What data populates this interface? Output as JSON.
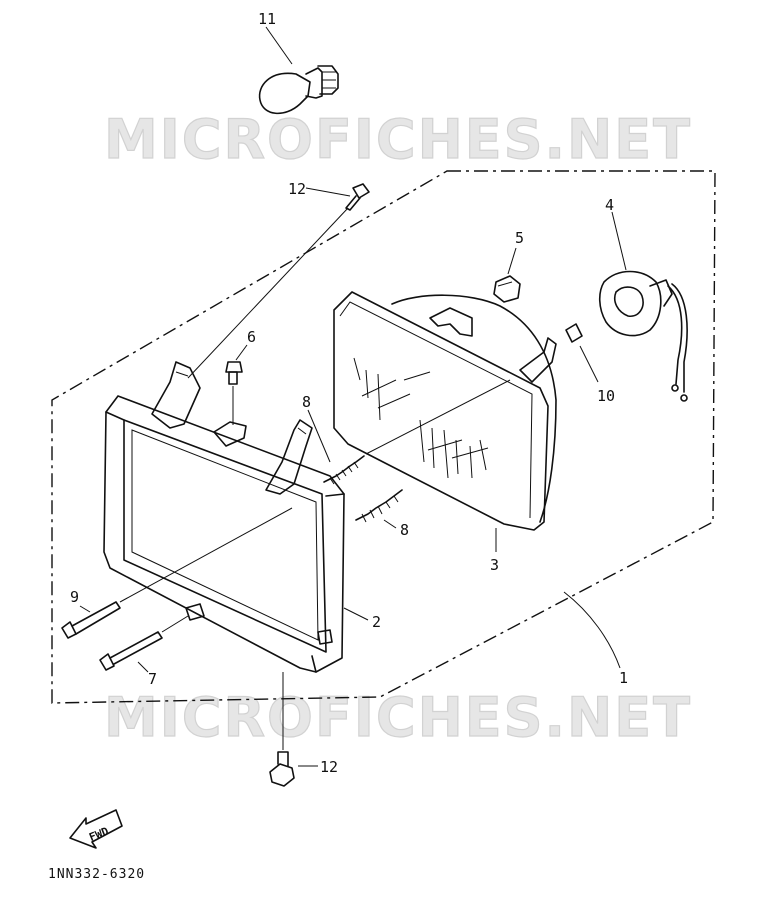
{
  "watermark_top": "MICROFICHES.NET",
  "watermark_bottom": "MICROFICHES.NET",
  "diagram_code": "1NN332-6320",
  "fwd_label": "FWD",
  "callouts": {
    "c1": "1",
    "c2": "2",
    "c3": "3",
    "c4": "4",
    "c5": "5",
    "c6": "6",
    "c7": "7",
    "c8a": "8",
    "c8b": "8",
    "c9": "9",
    "c10": "10",
    "c11": "11",
    "c12a": "12",
    "c12b": "12"
  }
}
